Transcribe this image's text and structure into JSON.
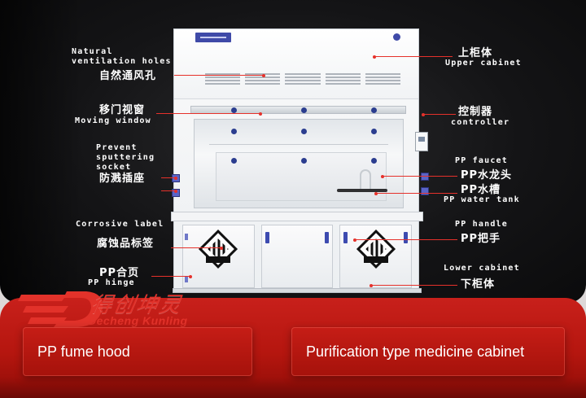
{
  "callouts_left": [
    {
      "en": "Natural\nventilation holes",
      "cn": "自然通风孔"
    },
    {
      "cn": "移门视窗",
      "en": "Moving window"
    },
    {
      "en": "Prevent\nsputtering\nsocket",
      "cn": "防溅插座"
    },
    {
      "en": "Corrosive label",
      "cn": "腐蚀品标签"
    },
    {
      "cn": "PP合页",
      "en": "PP hinge"
    }
  ],
  "callouts_right": [
    {
      "cn": "上柜体",
      "en": "Upper cabinet"
    },
    {
      "cn": "控制器",
      "en": "controller"
    },
    {
      "en": "PP faucet",
      "cn": "PP水龙头"
    },
    {
      "cn": "PP水槽",
      "en": "PP water tank"
    },
    {
      "en": "PP handle",
      "cn": "PP把手"
    },
    {
      "en": "Lower cabinet",
      "cn": "下柜体"
    }
  ],
  "logo": {
    "cn": "得创坤灵",
    "en": "Decheng Kunling"
  },
  "captions": {
    "left": "PP fume hood",
    "right": "Purification type medicine cabinet"
  },
  "colors": {
    "accent": "#e5312b",
    "band": "#b5160f",
    "stage": "#141416",
    "hardware": "#3d4bb0"
  }
}
